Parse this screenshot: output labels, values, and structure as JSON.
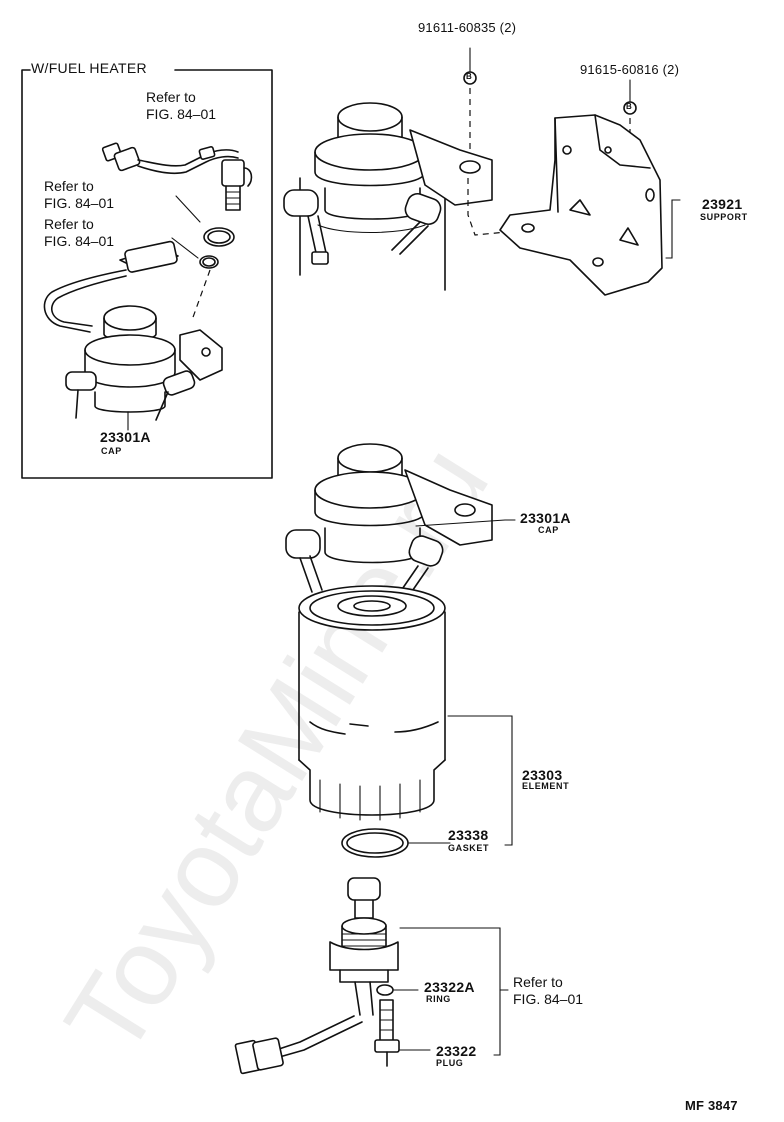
{
  "watermark": "ToyotaMine.ru",
  "inset": {
    "title": "W/FUEL HEATER"
  },
  "refs": {
    "ref_line_1": "Refer to",
    "ref_line_2": "FIG. 84–01"
  },
  "parts": {
    "bolt_1": {
      "number": "91611-60835 (2)",
      "marker": "B"
    },
    "bolt_2": {
      "number": "91615-60816 (2)",
      "marker": "B"
    },
    "support": {
      "number": "23921",
      "name": "SUPPORT"
    },
    "cap_inset": {
      "number": "23301A",
      "name": "CAP"
    },
    "cap": {
      "number": "23301A",
      "name": "CAP"
    },
    "element": {
      "number": "23303",
      "name": "ELEMENT"
    },
    "gasket": {
      "number": "23338",
      "name": "GASKET"
    },
    "ring": {
      "number": "23322A",
      "name": "RING"
    },
    "plug": {
      "number": "23322",
      "name": "PLUG"
    }
  },
  "figure_code": "MF 3847"
}
